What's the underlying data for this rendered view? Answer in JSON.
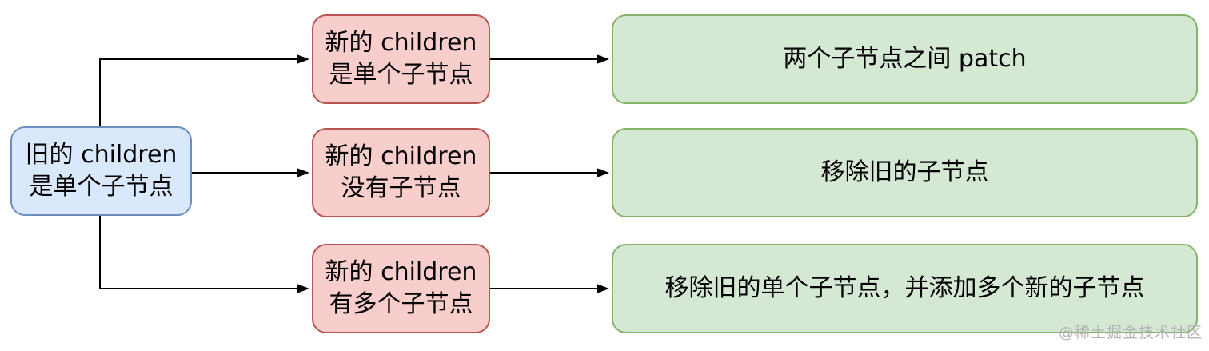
{
  "diagram": {
    "type": "flowchart",
    "nodes": {
      "old-children-single": {
        "label": "旧的 children\n是单个子节点"
      },
      "new-children-single": {
        "label": "新的 children\n是单个子节点"
      },
      "new-children-none": {
        "label": "新的 children\n没有子节点"
      },
      "new-children-multiple": {
        "label": "新的 children\n有多个子节点"
      },
      "patch-between-two-children": {
        "label": "两个子节点之间 patch"
      },
      "remove-old-child": {
        "label": "移除旧的子节点"
      },
      "remove-old-single-add-new-multiple": {
        "label": "移除旧的单个子节点，并添加多个新的子节点"
      }
    },
    "edges": [
      {
        "from": "old-children-single",
        "to": "new-children-single"
      },
      {
        "from": "old-children-single",
        "to": "new-children-none"
      },
      {
        "from": "old-children-single",
        "to": "new-children-multiple"
      },
      {
        "from": "new-children-single",
        "to": "patch-between-two-children"
      },
      {
        "from": "new-children-none",
        "to": "remove-old-child"
      },
      {
        "from": "new-children-multiple",
        "to": "remove-old-single-add-new-multiple"
      }
    ]
  },
  "watermark": {
    "text": "@稀土掘金技术社区"
  },
  "colors": {
    "canvas-bg": "#ffffff",
    "node-blue-fill": "#dae8fc",
    "node-blue-border": "#6c8ebf",
    "node-red-fill": "#f8cecc",
    "node-red-border": "#b85450",
    "node-green-fill": "#d5e8d4",
    "node-green-border": "#82b366",
    "arrow-color": "#000000",
    "text-color": "#000000",
    "watermark-color": "#b4b4b4"
  }
}
